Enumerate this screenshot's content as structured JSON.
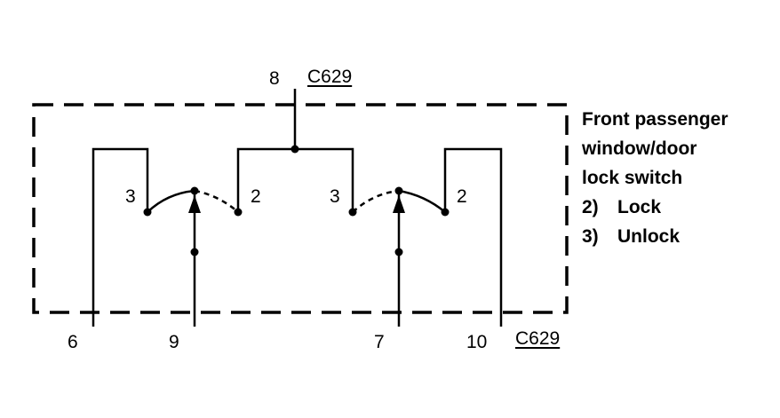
{
  "connector_top": {
    "pin": "8",
    "id": "C629"
  },
  "connector_bottom": {
    "pins": [
      "6",
      "9",
      "7",
      "10"
    ],
    "id": "C629"
  },
  "switch_terminals": {
    "left_3": "3",
    "left_2": "2",
    "right_3": "3",
    "right_2": "2"
  },
  "legend": {
    "title_lines": [
      "Front passenger",
      "window/door",
      "lock switch"
    ],
    "items": [
      {
        "num": "2)",
        "text": "Lock"
      },
      {
        "num": "3)",
        "text": "Unlock"
      }
    ]
  }
}
